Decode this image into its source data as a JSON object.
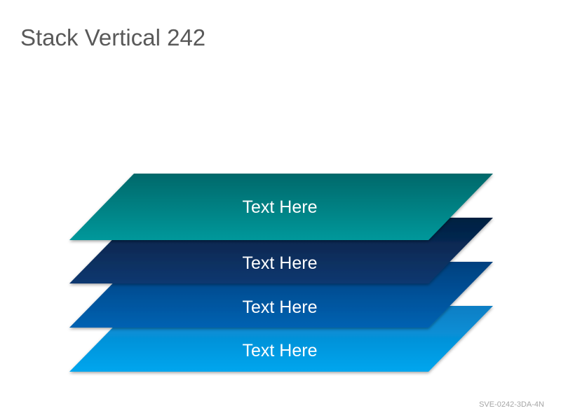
{
  "slide": {
    "title": "Stack Vertical 242",
    "code": "SVE-0242-3DA-4N"
  },
  "layers": [
    {
      "label": "Text Here",
      "color_top": "#0c7ec4",
      "color_bottom": "#00a6ee"
    },
    {
      "label": "Text Here",
      "color_top": "#03407e",
      "color_bottom": "#0362b2"
    },
    {
      "label": "Text Here",
      "color_top": "#021f40",
      "color_bottom": "#0f3870"
    },
    {
      "label": "Text Here",
      "color_top": "#02686a",
      "color_bottom": "#06989b"
    }
  ]
}
